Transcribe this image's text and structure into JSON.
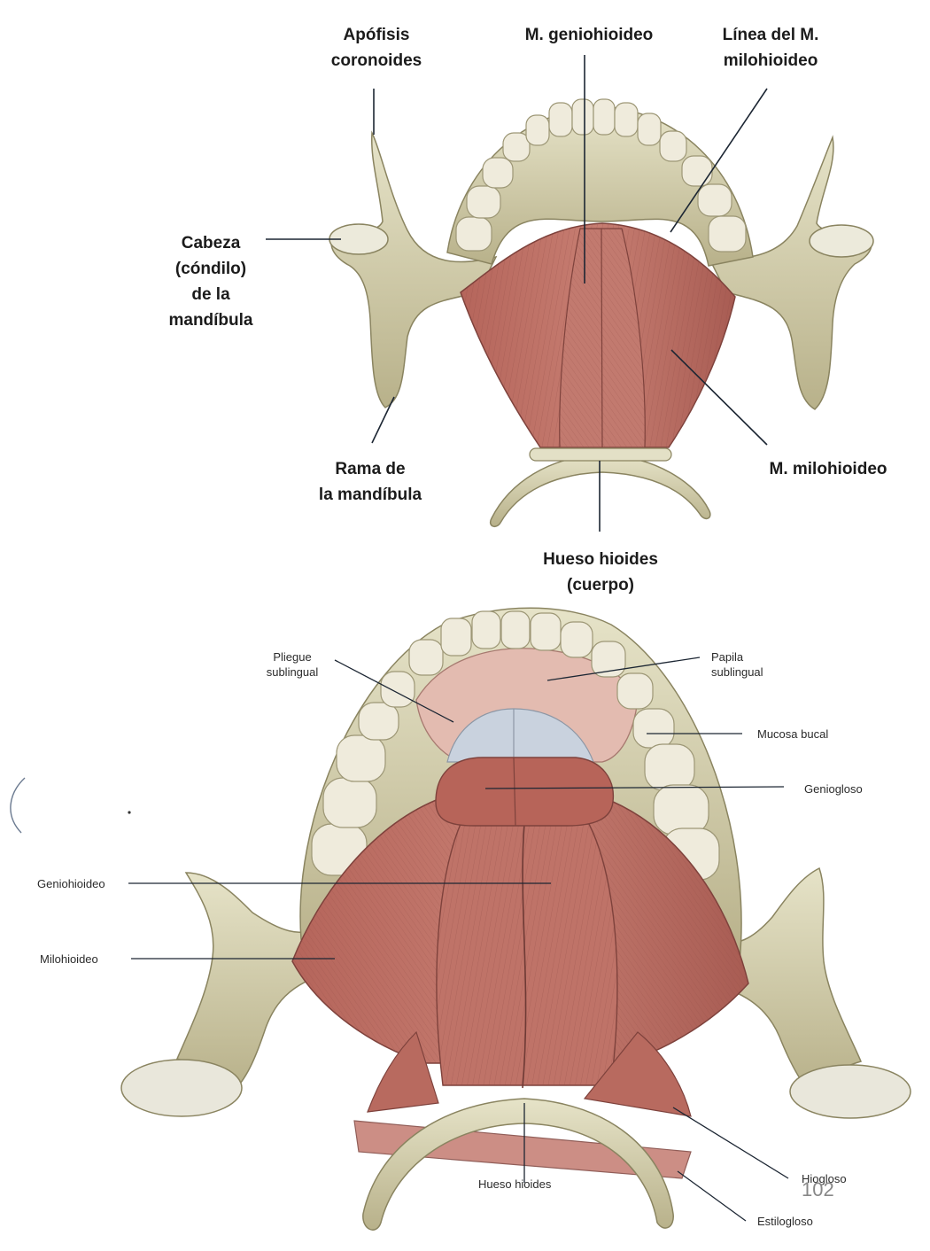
{
  "top_diagram": {
    "labels": {
      "apofisis": "Apófisis\ncoronoides",
      "genio": "M. geniohioideo",
      "linea": "Línea del M.\nmilohioideo",
      "cabeza": "Cabeza\n(cóndilo)\nde la\nmandíbula",
      "rama": "Rama de\nla mandíbula",
      "milo": "M. milohioideo",
      "hueso": "Hueso hioides\n(cuerpo)"
    }
  },
  "bottom_diagram": {
    "labels": {
      "pliegue": "Pliegue\nsublingual",
      "papila": "Papila\nsublingual",
      "mucosa": "Mucosa bucal",
      "genioglosso": "Geniogloso",
      "geniohioideo": "Geniohioideo",
      "milohioideo": "Milohioideo",
      "hueso": "Hueso hioides",
      "hiogloso": "Hiogloso",
      "estilogloso": "Estilogloso"
    }
  },
  "page_number": "102",
  "colors": {
    "bone": "#d9d5b5",
    "bone_shadow": "#a8a27a",
    "muscle": "#b8655c",
    "muscle_dark": "#8f4a44",
    "tooth": "#eeeadb",
    "mucosa": "#e3bbb0"
  }
}
